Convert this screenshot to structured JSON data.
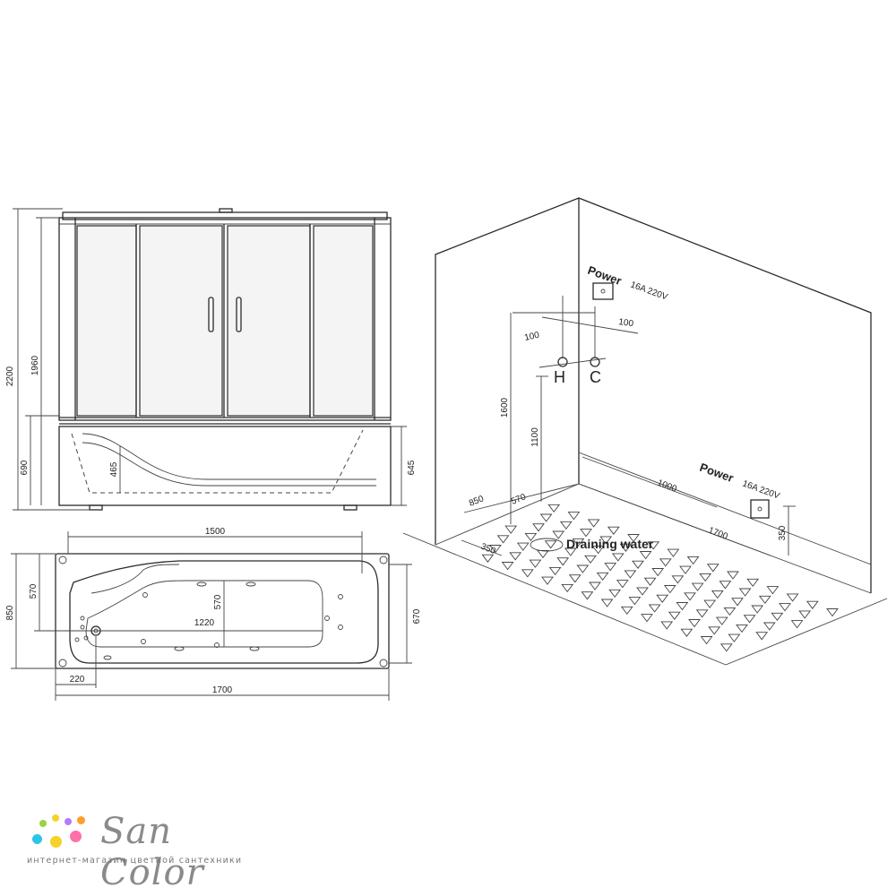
{
  "front_view": {
    "dims": {
      "total_height": "2200",
      "cabin_height": "1960",
      "tub_height_left": "690",
      "tub_depth": "465",
      "tub_height_right": "645"
    }
  },
  "plan_view": {
    "dims": {
      "width_inner": "1500",
      "inner_length": "1220",
      "inner_width": "570",
      "outer_depth": "850",
      "left_depth": "570",
      "right_depth": "670",
      "drain_offset": "220",
      "total_length": "1700"
    }
  },
  "room_view": {
    "power_top": "Power",
    "power_top_spec": "16A  220V",
    "power_bottom": "Power",
    "power_bottom_spec": "16A  220V",
    "hot_label": "H",
    "cold_label": "C",
    "draining": "Draining water",
    "dims": {
      "spacing_left": "100",
      "spacing_right": "100",
      "power_height": "1600",
      "tap_height": "1100",
      "depth": "850",
      "drain_depth": "570",
      "drain_diameter": "350",
      "wall_length": "1000",
      "floor_length": "1700",
      "socket_height": "350"
    }
  },
  "brand": {
    "name": "San Color",
    "tagline": "интернет-магазин цветной сантехники",
    "colors": [
      "#9ad43b",
      "#2ec4e8",
      "#f5d326",
      "#ff6fa8",
      "#b57bff",
      "#ff9e2c"
    ]
  }
}
